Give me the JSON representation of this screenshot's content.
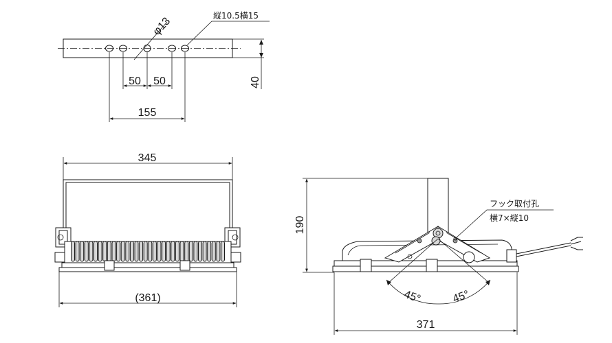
{
  "top_view": {
    "hole_diameter": "φ13",
    "slot_size": "縦10.5横15",
    "pitch_left": "50",
    "pitch_right": "50",
    "span": "155",
    "height": "40"
  },
  "front_view": {
    "width": "345",
    "overall_width": "(361)"
  },
  "side_view": {
    "height": "190",
    "width": "371",
    "hook_hole_title": "フック取付孔",
    "hook_hole_size": "横7×縦10",
    "angle_left": "45°",
    "angle_right": "45°"
  }
}
